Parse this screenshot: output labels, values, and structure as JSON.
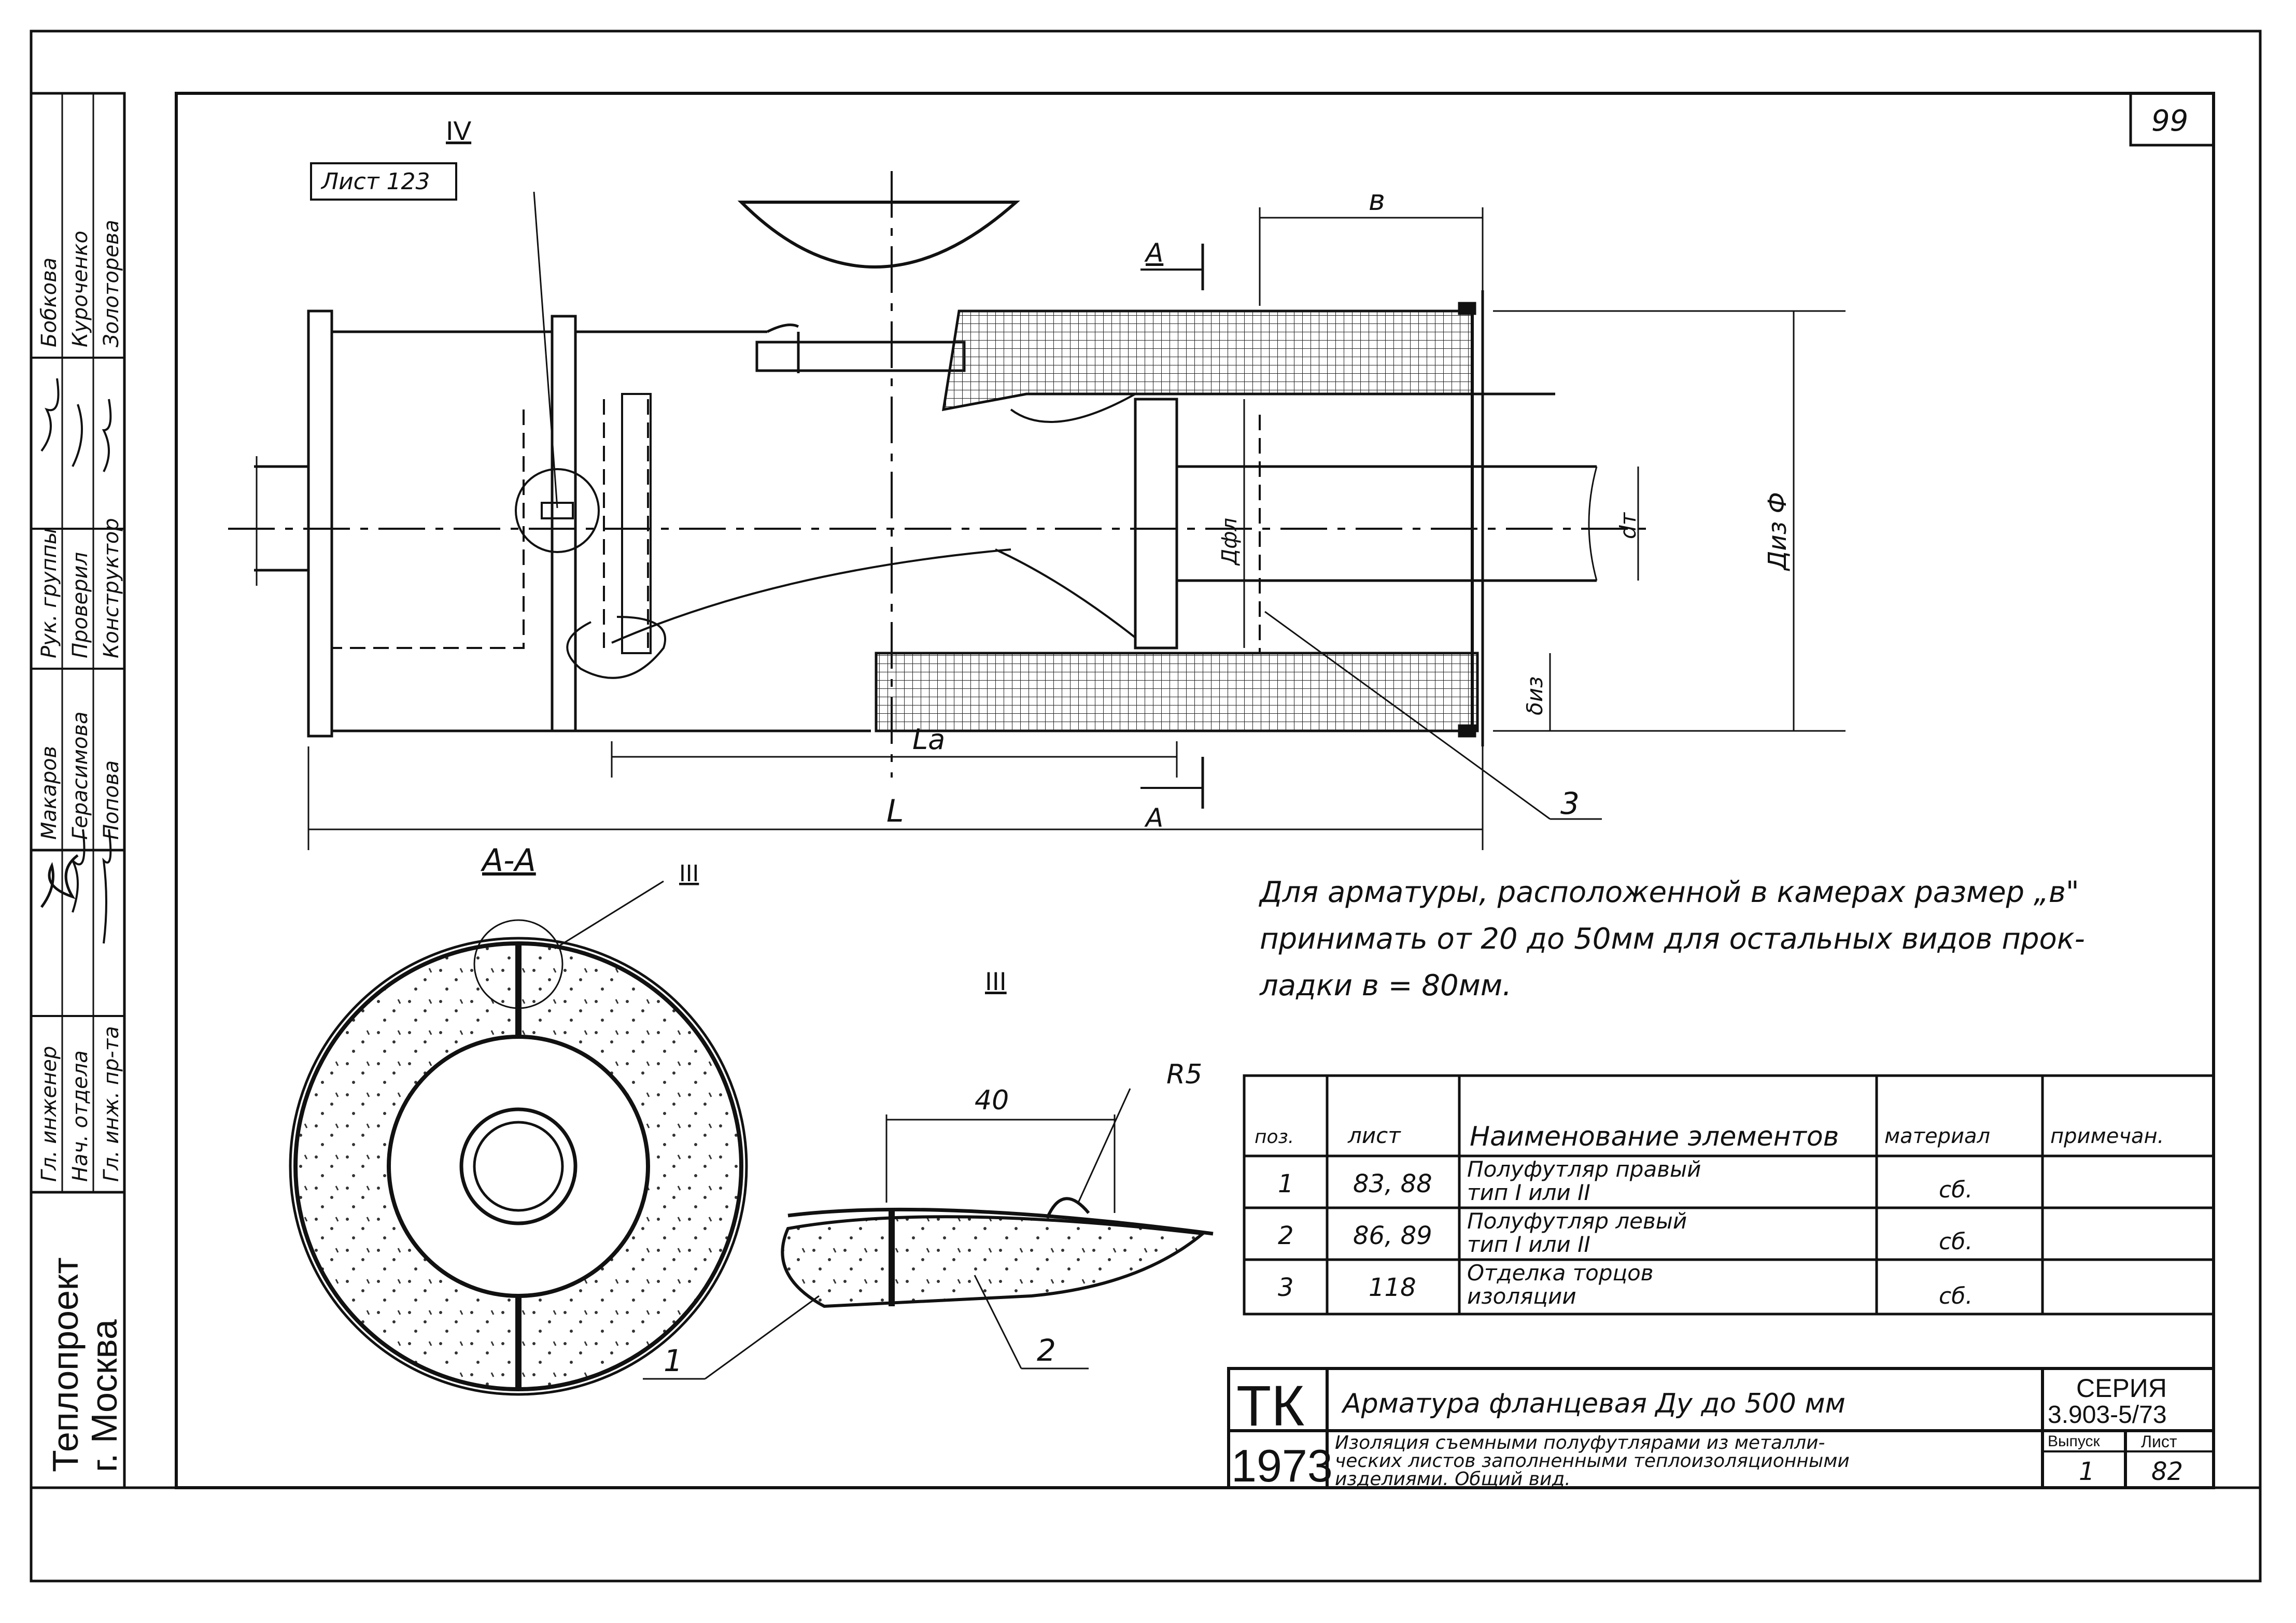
{
  "sheet": {
    "page_number": "99",
    "stamp_top": "ТК",
    "stamp_year": "1973",
    "organization_line1": "Теплопроект",
    "organization_line2": "г. Москва"
  },
  "title_block": {
    "title_main": "Арматура фланцевая Ду до 500 мм",
    "subtitle_line1": "Изоляция съемными полуфутлярами из металли-",
    "subtitle_line2": "ческих листов заполненными теплоизоляционными",
    "subtitle_line3": "изделиями. Общий вид.",
    "series_label": "СЕРИЯ",
    "series_value": "3.903-5/73",
    "issue_label": "Выпуск",
    "sheet_label": "Лист",
    "issue_value": "1",
    "sheet_value": "82"
  },
  "signatures": {
    "roles": [
      "Гл. инженер",
      "Нач. отдела",
      "Гл. инж. пр-та",
      "Рук. группы",
      "Проверил",
      "Конструктор"
    ],
    "names": [
      "Макаров",
      "Герасимова",
      "Попова",
      "Бобкова",
      "Куроченко",
      "Золоторева"
    ]
  },
  "drawing": {
    "ref_sheet": "Лист 123",
    "callout_iv": "IV",
    "callout_iii": "III",
    "section_mark": "А",
    "section_title": "А-А",
    "detail_title": "III",
    "dim_b": "в",
    "dim_L": "L",
    "dim_La": "La",
    "dim_dfl": "Дфл",
    "dim_dt": "dт",
    "dim_diz": "Диз Ф",
    "dim_biz": "δиз",
    "dim_40": "40",
    "dim_r5": "R5",
    "pos_1": "1",
    "pos_2": "2",
    "pos_3": "3"
  },
  "note": {
    "line1": "Для арматуры, расположенной в камерах размер „в\"",
    "line2": "принимать от 20 до 50мм для остальных видов прок-",
    "line3": "ладки в = 80мм."
  },
  "spec_table": {
    "headers": [
      "поз.",
      "лист",
      "Наименование элементов",
      "материал",
      "примечан."
    ],
    "rows": [
      {
        "pos": "1",
        "sheet": "83, 88",
        "name1": "Полуфутляр правый",
        "name2": "тип I или II",
        "material": "сб.",
        "note": ""
      },
      {
        "pos": "2",
        "sheet": "86, 89",
        "name1": "Полуфутляр левый",
        "name2": "тип I или II",
        "material": "сб.",
        "note": ""
      },
      {
        "pos": "3",
        "sheet": "118",
        "name1": "Отделка торцов",
        "name2": "изоляции",
        "material": "сб.",
        "note": ""
      }
    ]
  }
}
